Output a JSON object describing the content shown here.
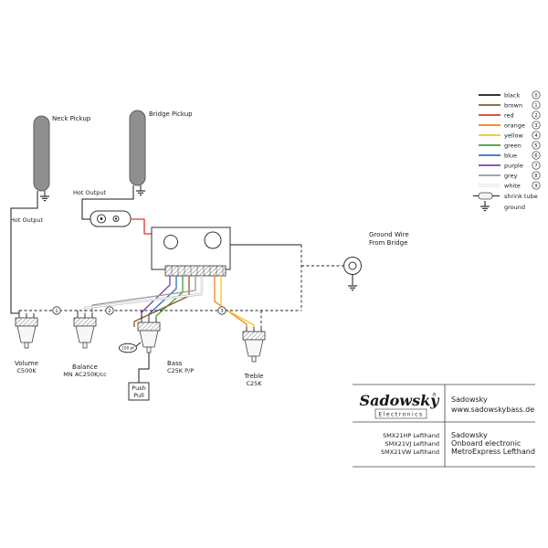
{
  "legend": {
    "items": [
      {
        "name": "black",
        "num": "0",
        "color": "#1a1a1a"
      },
      {
        "name": "brown",
        "num": "1",
        "color": "#8a5a2b"
      },
      {
        "name": "red",
        "num": "2",
        "color": "#e3342b"
      },
      {
        "name": "orange",
        "num": "3",
        "color": "#f08020"
      },
      {
        "name": "yellow",
        "num": "4",
        "color": "#f0c818"
      },
      {
        "name": "green",
        "num": "5",
        "color": "#3e9e3e"
      },
      {
        "name": "blue",
        "num": "6",
        "color": "#2e6fc9"
      },
      {
        "name": "purple",
        "num": "7",
        "color": "#8040a8"
      },
      {
        "name": "grey",
        "num": "8",
        "color": "#999999"
      },
      {
        "name": "white",
        "num": "9",
        "color": "#ffffff"
      }
    ],
    "shrink_tube_label": "shrink tube",
    "ground_label": "ground"
  },
  "pickups": {
    "neck_label": "Neck Pickup",
    "bridge_label": "Bridge Pickup",
    "neck_hot_label": "Hot Output",
    "bridge_hot_label": "Hot Output"
  },
  "ground_wire": {
    "line1": "Ground Wire",
    "line2": "From Bridge"
  },
  "pots": {
    "volume": {
      "name": "Volume",
      "value": "C500K"
    },
    "balance": {
      "name": "Balance",
      "value": "MN AC250K/cc"
    },
    "bass": {
      "name": "Bass",
      "value": "C25K P/P"
    },
    "treble": {
      "name": "Treble",
      "value": "C25K"
    },
    "push_pull_line1": "Push",
    "push_pull_line2": "Pull",
    "capacitor": "100 pf"
  },
  "wire_markers": [
    "1",
    "2",
    "3"
  ],
  "title_block": {
    "logo_text": "Sadowsky",
    "logo_reg": "®",
    "logo_sub": "Electronics",
    "company": "Sadowsky",
    "website": "www.sadowskybass.de",
    "models": [
      "SMX21HP Lefthand",
      "SMX21VJ Lefthand",
      "SMX21VW Lefthand"
    ],
    "product_line1": "Sadowsky",
    "product_line2": "Onboard electronic",
    "product_line3": "MetroExpress Lefthand"
  }
}
